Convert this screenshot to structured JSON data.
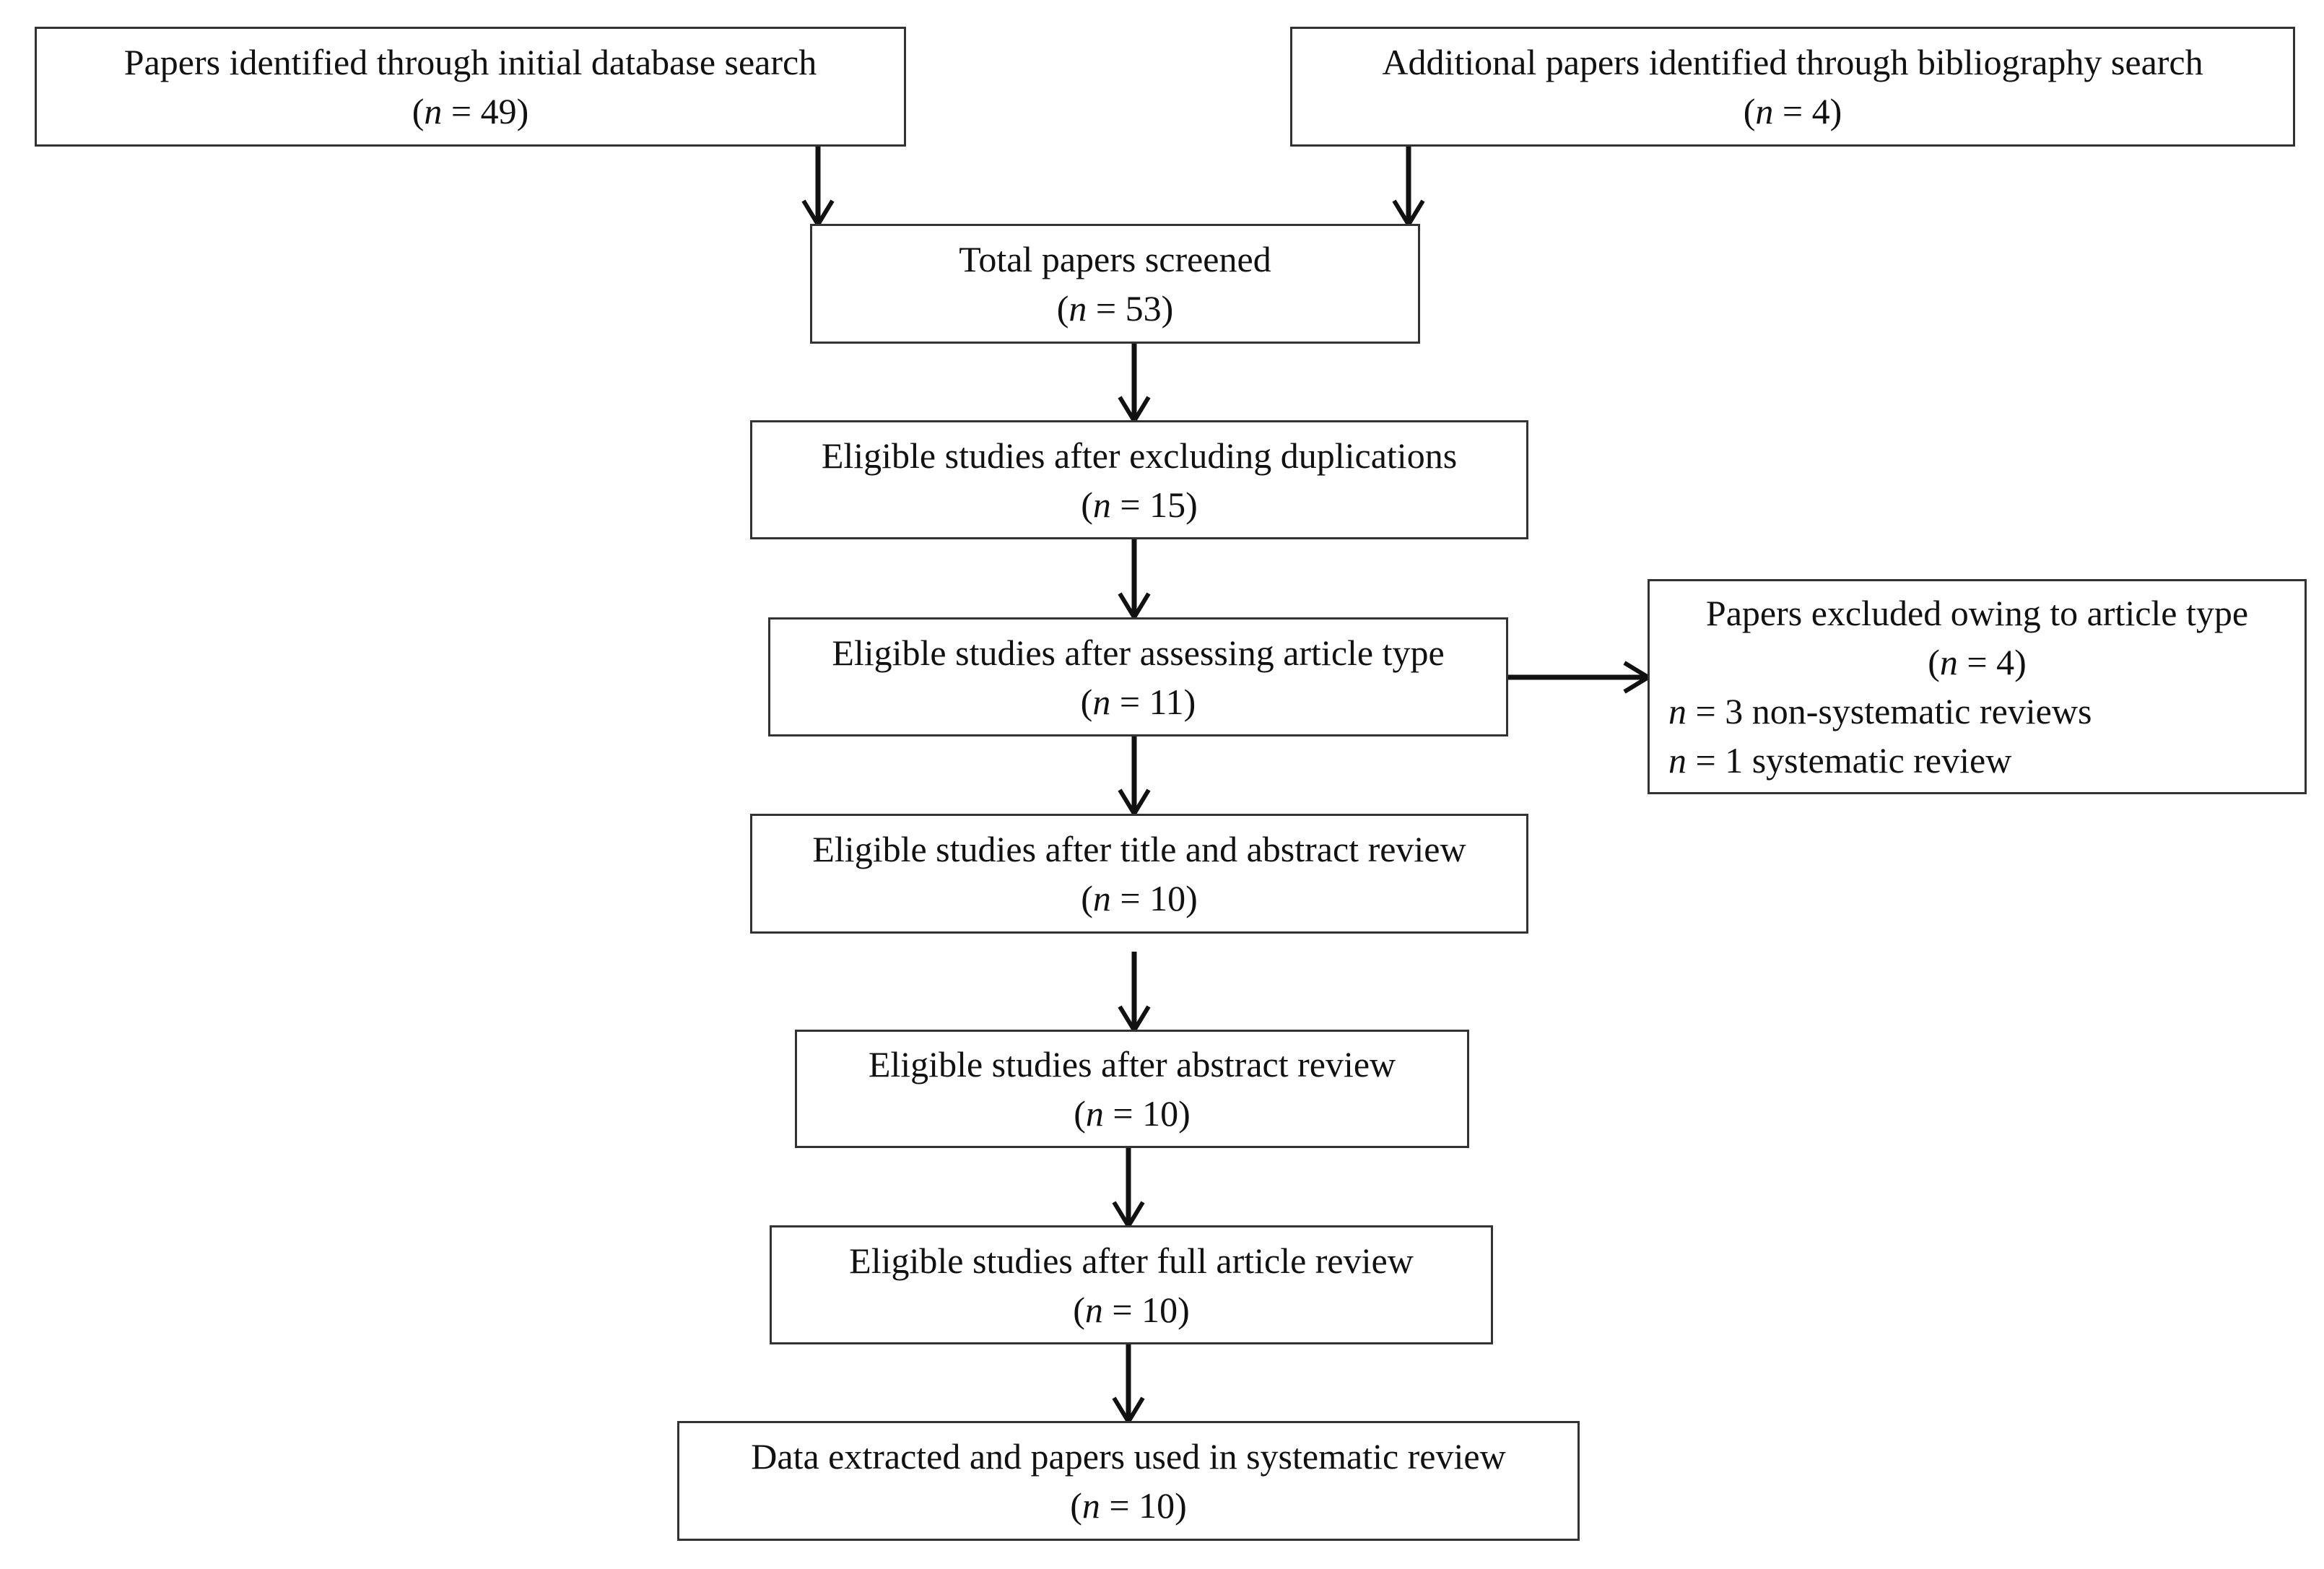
{
  "diagram": {
    "type": "flowchart",
    "nodes": [
      {
        "id": "initial",
        "text": "Papers identified through initial database search",
        "count_label": "n",
        "count": "49"
      },
      {
        "id": "bibliography",
        "text": "Additional papers identified through bibliography search",
        "count_label": "n",
        "count": "4"
      },
      {
        "id": "screened",
        "text": "Total papers screened",
        "count_label": "n",
        "count": "53"
      },
      {
        "id": "dedup",
        "text": "Eligible studies after excluding duplications",
        "count_label": "n",
        "count": "15"
      },
      {
        "id": "type",
        "text": "Eligible studies after assessing article type",
        "count_label": "n",
        "count": "11"
      },
      {
        "id": "title_abstract",
        "text": "Eligible studies after title and abstract review",
        "count_label": "n",
        "count": "10"
      },
      {
        "id": "abstract",
        "text": "Eligible studies after abstract review",
        "count_label": "n",
        "count": "10"
      },
      {
        "id": "full",
        "text": "Eligible studies after full article review",
        "count_label": "n",
        "count": "10"
      },
      {
        "id": "extracted",
        "text": "Data extracted and papers used in systematic review",
        "count_label": "n",
        "count": "10"
      }
    ],
    "excluded": {
      "id": "excluded",
      "text": "Papers excluded owing to article type",
      "count_label": "n",
      "count": "4",
      "details": [
        {
          "count_label": "n",
          "count": "3",
          "label": "non-systematic reviews"
        },
        {
          "count_label": "n",
          "count": "1",
          "label": "systematic review"
        }
      ]
    },
    "edges": [
      {
        "from": "initial",
        "to": "screened"
      },
      {
        "from": "bibliography",
        "to": "screened"
      },
      {
        "from": "screened",
        "to": "dedup"
      },
      {
        "from": "dedup",
        "to": "type"
      },
      {
        "from": "type",
        "to": "excluded"
      },
      {
        "from": "type",
        "to": "title_abstract"
      },
      {
        "from": "title_abstract",
        "to": "abstract"
      },
      {
        "from": "abstract",
        "to": "full"
      },
      {
        "from": "full",
        "to": "extracted"
      }
    ]
  }
}
